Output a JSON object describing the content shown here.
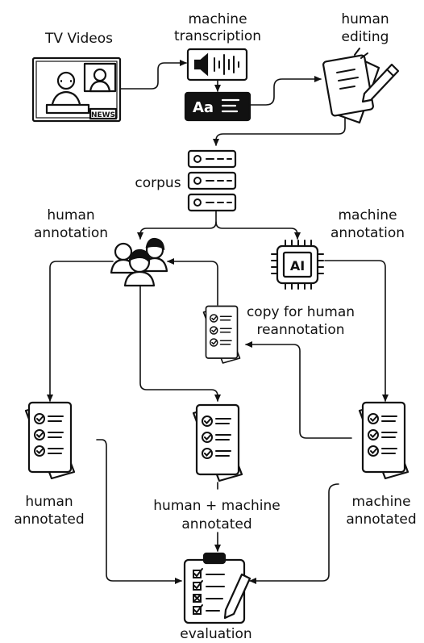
{
  "labels": {
    "tv_videos": "TV Videos",
    "machine_transcription_1": "machine",
    "machine_transcription_2": "transcription",
    "human_editing_1": "human",
    "human_editing_2": "editing",
    "corpus": "corpus",
    "human_annotation_1": "human",
    "human_annotation_2": "annotation",
    "machine_annotation_1": "machine",
    "machine_annotation_2": "annotation",
    "copy_1": "copy for human",
    "copy_2": "reannotation",
    "human_annotated_1": "human",
    "human_annotated_2": "annotated",
    "hm_annotated_1": "human + machine",
    "hm_annotated_2": "annotated",
    "machine_annotated_1": "machine",
    "machine_annotated_2": "annotated",
    "evaluation": "evaluation",
    "news_badge": "NEWS",
    "text_icon": "Aa",
    "ai_chip": "AI"
  },
  "icons": [
    "tv-news-icon",
    "audio-speaker-icon",
    "text-format-icon",
    "document-edit-icon",
    "server-database-icon",
    "people-group-icon",
    "ai-chip-icon",
    "checklist-document-icon",
    "clipboard-checklist-icon"
  ],
  "colors": {
    "ink": "#111111",
    "background": "#ffffff"
  }
}
